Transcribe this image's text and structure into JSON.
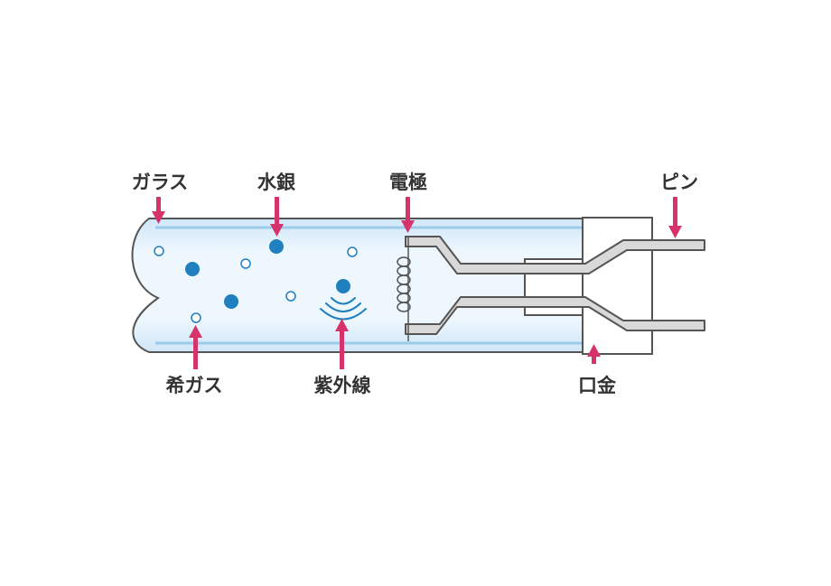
{
  "labels": {
    "glass": "ガラス",
    "mercury": "水銀",
    "electrode": "電極",
    "pin": "ピン",
    "rare_gas": "希ガス",
    "ultraviolet": "紫外線",
    "base": "口金"
  },
  "colors": {
    "arrow": "#d6336c",
    "mercury_dot": "#1f7fbf",
    "tube_fill": "#e3f1fb",
    "tube_edge": "#8fc3e6",
    "outline": "#555555",
    "metal": "#d9d9d9",
    "text": "#333333"
  }
}
